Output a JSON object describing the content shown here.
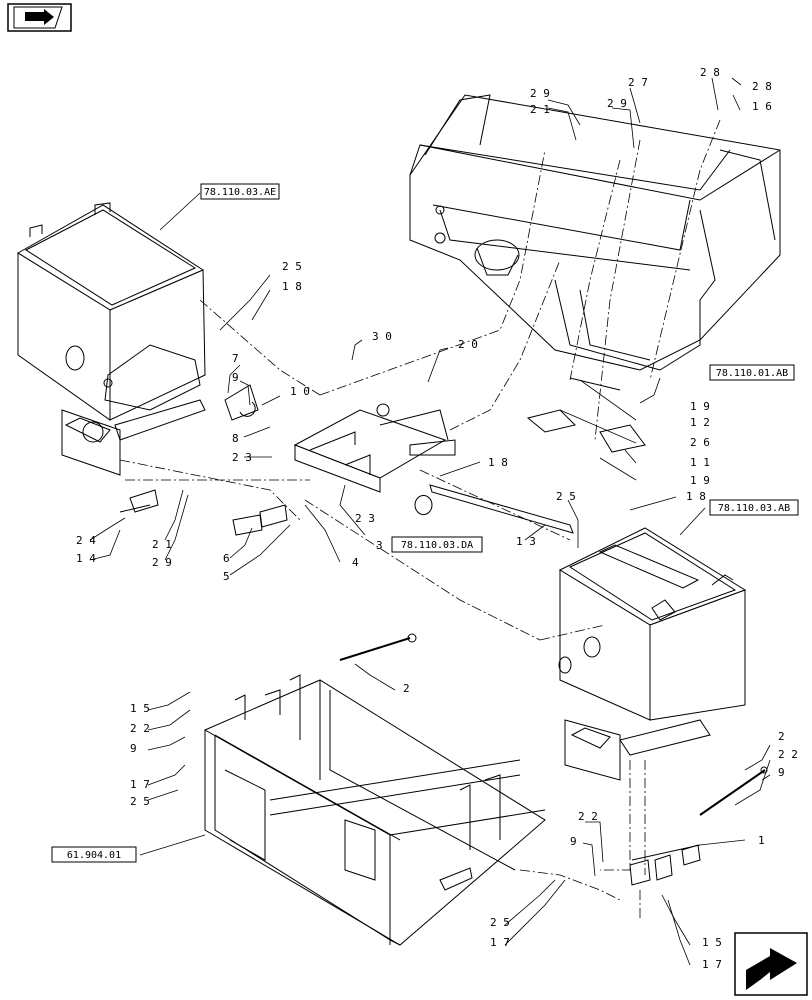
{
  "icons": {
    "top_left": "book-arrow-icon",
    "bottom_right": "next-page-arrow-icon"
  },
  "references": [
    {
      "id": "ref-78-110-03-ae",
      "label": "78.110.03.AE"
    },
    {
      "id": "ref-78-110-01-ab",
      "label": "78.110.01.AB"
    },
    {
      "id": "ref-78-110-03-da",
      "label": "78.110.03.DA"
    },
    {
      "id": "ref-78-110-03-ab",
      "label": "78.110.03.AB"
    },
    {
      "id": "ref-61-904-01",
      "label": "61.904.01"
    }
  ],
  "callouts": [
    "28",
    "28",
    "16",
    "27",
    "29",
    "21",
    "29",
    "25",
    "18",
    "30",
    "20",
    "7",
    "9",
    "10",
    "8",
    "23",
    "19",
    "12",
    "26",
    "11",
    "19",
    "18",
    "18",
    "25",
    "24",
    "14",
    "21",
    "29",
    "6",
    "5",
    "23",
    "3",
    "4",
    "13",
    "2",
    "15",
    "22",
    "9",
    "17",
    "25",
    "2",
    "22",
    "9",
    "1",
    "22",
    "9",
    "25",
    "17",
    "15",
    "17"
  ]
}
